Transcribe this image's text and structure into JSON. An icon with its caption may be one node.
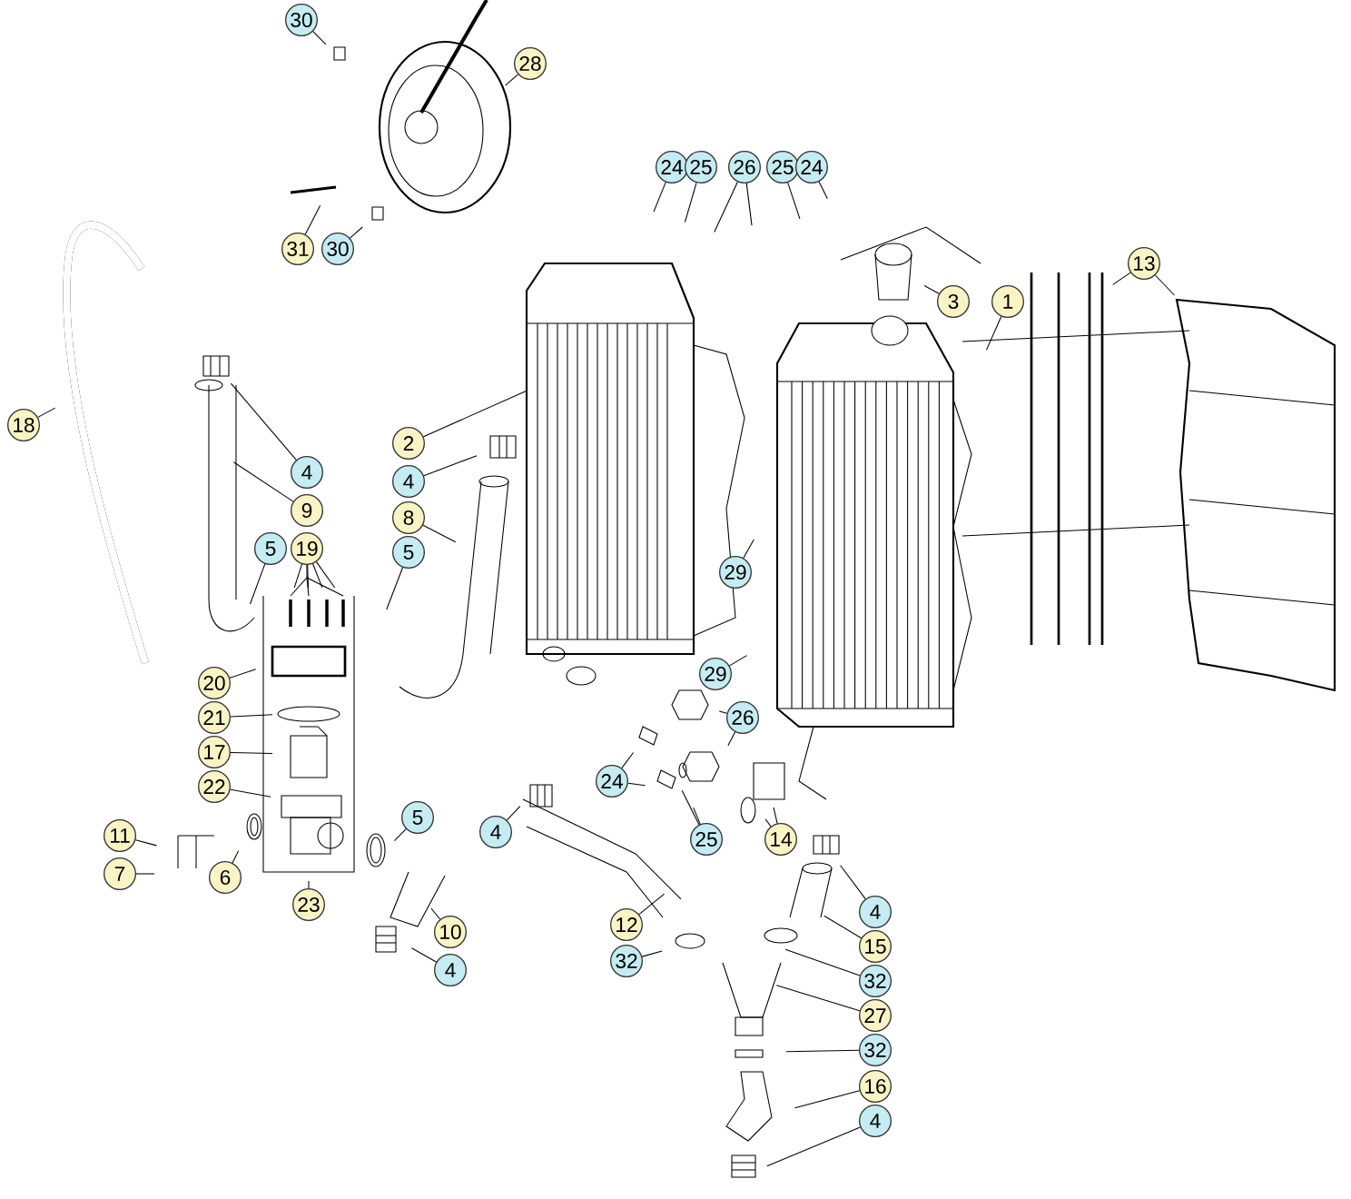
{
  "diagram": {
    "nodes": [
      {
        "text": [
          "30"
        ]
      },
      {
        "text": [
          "28"
        ]
      },
      {
        "text": [
          "31"
        ]
      },
      {
        "text": [
          "30"
        ]
      },
      {
        "text": [
          "24"
        ]
      },
      {
        "text": [
          "25"
        ]
      },
      {
        "text": [
          "26"
        ]
      },
      {
        "text": [
          "25"
        ]
      },
      {
        "text": [
          "24"
        ]
      },
      {
        "text": [
          "3"
        ]
      },
      {
        "text": [
          "1"
        ]
      },
      {
        "text": [
          "13"
        ]
      },
      {
        "text": [
          "18"
        ]
      },
      {
        "text": [
          "4"
        ]
      },
      {
        "text": [
          "9"
        ]
      },
      {
        "text": [
          "2"
        ]
      },
      {
        "text": [
          "4"
        ]
      },
      {
        "text": [
          "8"
        ]
      },
      {
        "text": [
          "5"
        ]
      },
      {
        "text": [
          "19"
        ]
      },
      {
        "text": [
          "5"
        ]
      },
      {
        "text": [
          "29"
        ]
      },
      {
        "text": [
          "20"
        ]
      },
      {
        "text": [
          "21"
        ]
      },
      {
        "text": [
          "17"
        ]
      },
      {
        "text": [
          "22"
        ]
      },
      {
        "text": [
          "11"
        ]
      },
      {
        "text": [
          "7"
        ]
      },
      {
        "text": [
          "6"
        ]
      },
      {
        "text": [
          "23"
        ]
      },
      {
        "text": [
          "5"
        ]
      },
      {
        "text": [
          "10"
        ]
      },
      {
        "text": [
          "4"
        ]
      },
      {
        "text": [
          "4"
        ]
      },
      {
        "text": [
          "24"
        ]
      },
      {
        "text": [
          "29"
        ]
      },
      {
        "text": [
          "26"
        ]
      },
      {
        "text": [
          "25"
        ]
      },
      {
        "text": [
          "14"
        ]
      },
      {
        "text": [
          "12"
        ]
      },
      {
        "text": [
          "32"
        ]
      },
      {
        "text": [
          "4"
        ]
      },
      {
        "text": [
          "15"
        ]
      },
      {
        "text": [
          "32"
        ]
      },
      {
        "text": [
          "27"
        ]
      },
      {
        "text": [
          "32"
        ]
      },
      {
        "text": [
          "16"
        ]
      },
      {
        "text": [
          "4"
        ]
      }
    ],
    "edges": [
      {
        "from": 0,
        "to": null,
        "arrow": "none"
      },
      {
        "from": 1,
        "to": null,
        "arrow": "none"
      },
      {
        "from": 2,
        "to": null,
        "arrow": "none"
      },
      {
        "from": 3,
        "to": null,
        "arrow": "none"
      },
      {
        "from": 4,
        "to": null,
        "arrow": "none"
      },
      {
        "from": 5,
        "to": null,
        "arrow": "none"
      },
      {
        "from": 6,
        "to": null,
        "arrow": "none"
      },
      {
        "from": 6,
        "to": null,
        "arrow": "none"
      },
      {
        "from": 7,
        "to": null,
        "arrow": "none"
      },
      {
        "from": 8,
        "to": null,
        "arrow": "none"
      },
      {
        "from": 9,
        "to": null,
        "arrow": "none"
      },
      {
        "from": 10,
        "to": null,
        "arrow": "none"
      },
      {
        "from": 11,
        "to": null,
        "arrow": "none"
      },
      {
        "from": 11,
        "to": null,
        "arrow": "none"
      },
      {
        "from": 12,
        "to": null,
        "arrow": "none"
      },
      {
        "from": 13,
        "to": null,
        "arrow": "none"
      },
      {
        "from": 14,
        "to": null,
        "arrow": "none"
      },
      {
        "from": 15,
        "to": null,
        "arrow": "none"
      },
      {
        "from": 16,
        "to": null,
        "arrow": "none"
      },
      {
        "from": 17,
        "to": null,
        "arrow": "none"
      },
      {
        "from": 18,
        "to": null,
        "arrow": "none"
      },
      {
        "from": 19,
        "to": null,
        "arrow": "none"
      },
      {
        "from": 19,
        "to": null,
        "arrow": "none"
      },
      {
        "from": 19,
        "to": null,
        "arrow": "none"
      },
      {
        "from": 19,
        "to": null,
        "arrow": "none"
      },
      {
        "from": 20,
        "to": null,
        "arrow": "none"
      },
      {
        "from": 21,
        "to": null,
        "arrow": "none"
      },
      {
        "from": 22,
        "to": null,
        "arrow": "none"
      },
      {
        "from": 23,
        "to": null,
        "arrow": "none"
      },
      {
        "from": 24,
        "to": null,
        "arrow": "none"
      },
      {
        "from": 25,
        "to": null,
        "arrow": "none"
      },
      {
        "from": 26,
        "to": null,
        "arrow": "none"
      },
      {
        "from": 27,
        "to": null,
        "arrow": "none"
      },
      {
        "from": 28,
        "to": null,
        "arrow": "none"
      },
      {
        "from": 29,
        "to": null,
        "arrow": "none"
      },
      {
        "from": 30,
        "to": null,
        "arrow": "none"
      },
      {
        "from": 31,
        "to": null,
        "arrow": "none"
      },
      {
        "from": 32,
        "to": null,
        "arrow": "none"
      },
      {
        "from": 33,
        "to": null,
        "arrow": "none"
      },
      {
        "from": 34,
        "to": null,
        "arrow": "none"
      },
      {
        "from": 34,
        "to": null,
        "arrow": "none"
      },
      {
        "from": 35,
        "to": null,
        "arrow": "none"
      },
      {
        "from": 36,
        "to": null,
        "arrow": "none"
      },
      {
        "from": 36,
        "to": null,
        "arrow": "none"
      },
      {
        "from": 37,
        "to": null,
        "arrow": "none"
      },
      {
        "from": 37,
        "to": null,
        "arrow": "none"
      },
      {
        "from": 38,
        "to": null,
        "arrow": "none"
      },
      {
        "from": 38,
        "to": null,
        "arrow": "none"
      },
      {
        "from": 39,
        "to": null,
        "arrow": "none"
      },
      {
        "from": 40,
        "to": null,
        "arrow": "none"
      },
      {
        "from": 41,
        "to": null,
        "arrow": "none"
      },
      {
        "from": 42,
        "to": null,
        "arrow": "none"
      },
      {
        "from": 43,
        "to": null,
        "arrow": "none"
      },
      {
        "from": 44,
        "to": null,
        "arrow": "none"
      },
      {
        "from": 45,
        "to": null,
        "arrow": "none"
      },
      {
        "from": 46,
        "to": null,
        "arrow": "none"
      },
      {
        "from": 47,
        "to": null,
        "arrow": "none"
      }
    ]
  }
}
